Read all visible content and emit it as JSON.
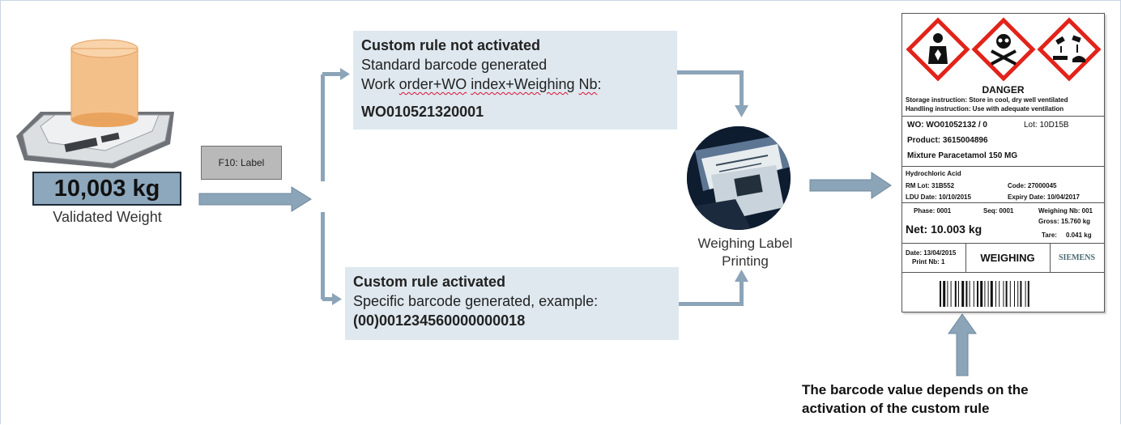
{
  "scale": {
    "weight": "10,003 kg",
    "caption": "Validated Weight"
  },
  "trigger": {
    "label": "F10: Label"
  },
  "rule_not_activated": {
    "title": "Custom rule not activated",
    "line1": "Standard barcode generated",
    "line2_a": "Work ",
    "line2_b": "order+WO",
    "line2_c": " ",
    "line2_d": "index+Weighing",
    "line2_e": " ",
    "line2_f": "Nb",
    "line2_g": ":",
    "code": "WO010521320001"
  },
  "rule_activated": {
    "title": "Custom rule activated",
    "line1": "Specific barcode generated, example:",
    "code": "(00)001234560000000018"
  },
  "printing": {
    "caption_line1": "Weighing Label",
    "caption_line2": "Printing"
  },
  "label": {
    "danger": "DANGER",
    "storage": "Storage instruction: Store in cool, dry well ventilated",
    "handling": "Handling instruction: Use with adequate ventilation",
    "wo": "WO: WO01052132 / 0",
    "lot": "Lot: 10D15B",
    "product": "Product: 3615004896",
    "mixture": "Mixture Paracetamol 150 MG",
    "material": "Hydrochloric Acid",
    "rm_lot": "RM Lot: 31B552",
    "code": "Code: 27000045",
    "ldu_date": "LDU Date: 10/10/2015",
    "expiry": "Expiry Date: 10/04/2017",
    "phase": "Phase: 0001",
    "seq": "Seq: 0001",
    "weighing_nb": "Weighing Nb: 001",
    "net": "Net: 10.003 kg",
    "gross_label": "Gross:",
    "gross_value": "15.760 kg",
    "tare_label": "Tare:",
    "tare_value": "0.041 kg",
    "date": "Date: 13/04/2015",
    "print_nb": "Print Nb: 1",
    "weighing": "WEIGHING",
    "brand": "SIEMENS"
  },
  "callout": {
    "line1": "The barcode value depends on the",
    "line2": "activation of the custom rule"
  },
  "colors": {
    "arrow": "#8ba4b8",
    "box": "#dfe8ef",
    "hazard_red": "#e2231a"
  }
}
